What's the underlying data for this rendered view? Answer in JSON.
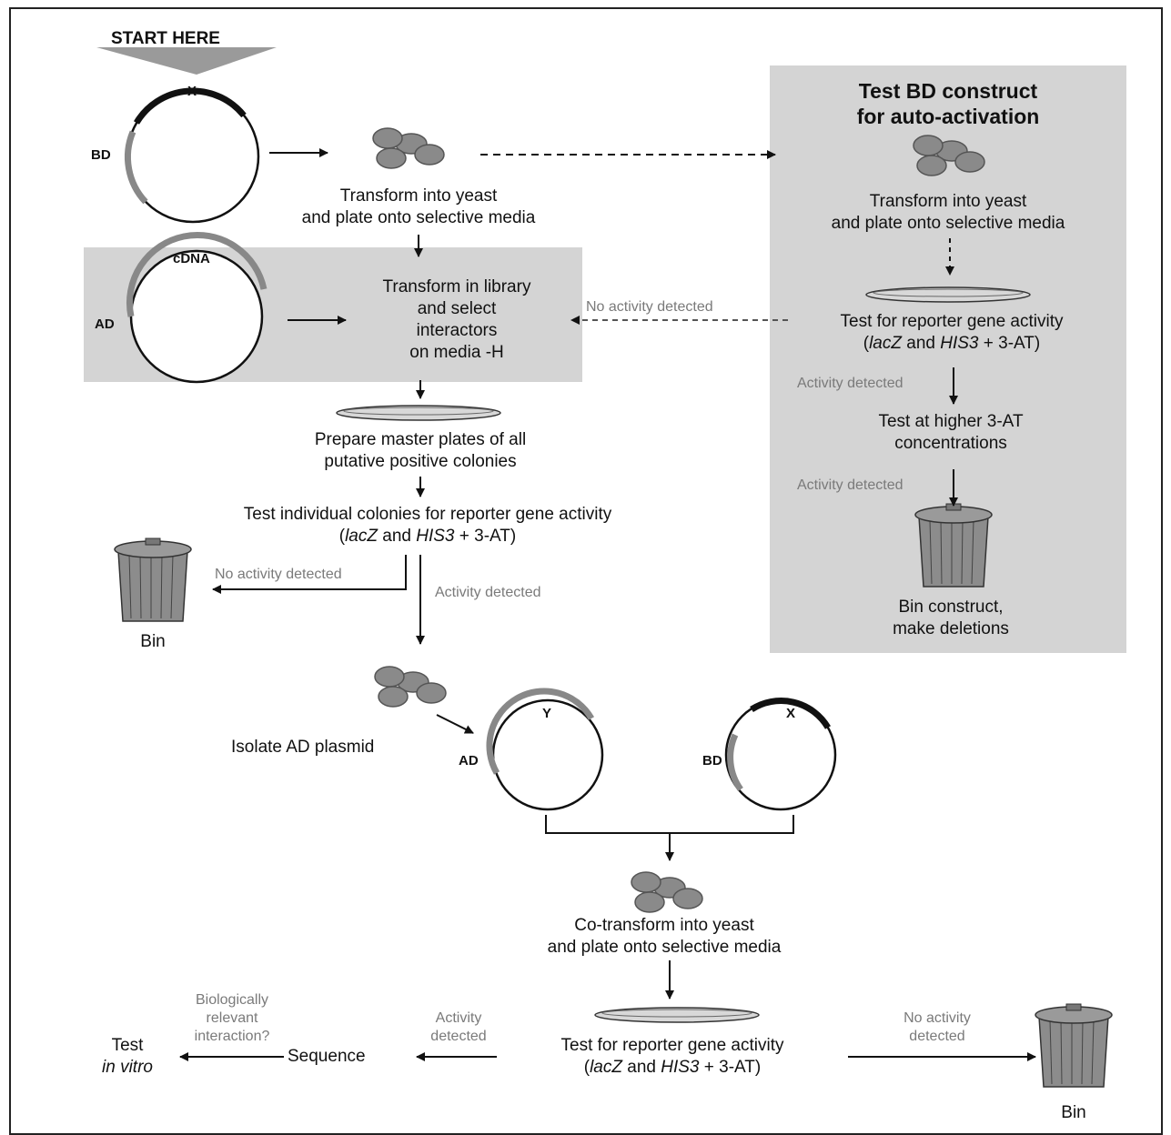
{
  "start_label": "START HERE",
  "plasmids": {
    "bd_top": {
      "insert": "X",
      "domain": "BD"
    },
    "ad_lib": {
      "insert": "cDNA",
      "domain": "AD"
    },
    "ad_bottom": {
      "insert": "Y",
      "domain": "AD"
    },
    "bd_bottom": {
      "insert": "X",
      "domain": "BD"
    }
  },
  "steps": {
    "transform_yeast": [
      "Transform into yeast",
      "and plate onto selective media"
    ],
    "library": [
      "Transform in library",
      "and select",
      "interactors",
      "on media -H"
    ],
    "master_plates": [
      "Prepare master plates of all",
      "putative positive colonies"
    ],
    "test_colonies_1": "Test individual colonies for reporter gene activity",
    "test_colonies_2": {
      "open": "(",
      "g1": "lacZ",
      "and": " and ",
      "g2": "HIS3",
      "rest": " + 3-AT)"
    },
    "isolate": "Isolate AD plasmid",
    "cotransform": [
      "Co-transform into yeast",
      "and plate onto selective media"
    ],
    "reporter_1": "Test for reporter gene activity",
    "reporter_2": {
      "open": "(",
      "g1": "lacZ",
      "and": " and ",
      "g2": "HIS3",
      "rest": " + 3-AT)"
    },
    "sequence": "Sequence",
    "test": "Test",
    "in_vitro": "in vitro"
  },
  "auto_box": {
    "title": [
      "Test BD construct",
      "for auto-activation"
    ],
    "transform": [
      "Transform into yeast",
      "and plate onto selective media"
    ],
    "reporter_1": "Test for reporter gene activity",
    "reporter_2": {
      "open": "(",
      "g1": "lacZ",
      "and": " and ",
      "g2": "HIS3",
      "rest": " + 3-AT)"
    },
    "higher": [
      "Test at higher 3-AT",
      "concentrations"
    ],
    "bin": [
      "Bin construct,",
      "make deletions"
    ]
  },
  "arrow_labels": {
    "no_activity": "No activity detected",
    "activity": "Activity detected",
    "activity_2": [
      "Activity",
      "detected"
    ],
    "no_activity_2": [
      "No activity",
      "detected"
    ],
    "bio": [
      "Biologically",
      "relevant",
      "interaction?"
    ]
  },
  "bin_label": "Bin"
}
